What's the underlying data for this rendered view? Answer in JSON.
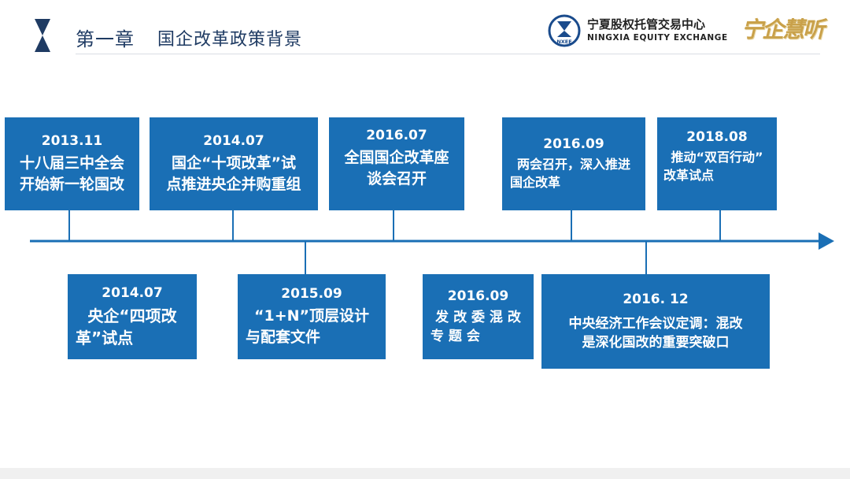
{
  "header": {
    "chapter": "第一章",
    "section_title": "国企改革政策背景",
    "org_name_cn": "宁夏股权托管交易中心",
    "org_name_en": "NINGXIA EQUITY EXCHANGE",
    "logo_text": "NXEE",
    "slogan": "宁企慧听"
  },
  "colors": {
    "box": "#1a6fb5",
    "axis": "#1a6fb5",
    "title": "#1f3b63"
  },
  "timeline": {
    "above": [
      {
        "date": "2013.11",
        "lines": [
          "十八届三中全会",
          "开始新一轮国改"
        ]
      },
      {
        "date": "2014.07",
        "lines": [
          "国企“十项改革”试",
          "点推进央企并购重组"
        ]
      },
      {
        "date": "2016.07",
        "lines": [
          "全国国企改革座",
          "谈会召开"
        ]
      },
      {
        "date": "2016.09",
        "lines": [
          "两会召开，深入推进",
          "国企改革"
        ]
      },
      {
        "date": "2018.08",
        "lines": [
          "推动“双百行动”",
          "改革试点"
        ]
      }
    ],
    "below": [
      {
        "date": "2014.07",
        "lines": [
          "央企“四项改",
          "革”试点"
        ]
      },
      {
        "date": "2015.09",
        "lines": [
          "“1+N”顶层设计",
          "与配套文件"
        ]
      },
      {
        "date": "2016.09",
        "lines": [
          "发 改 委 混 改",
          "专 题 会"
        ]
      },
      {
        "date": "2016. 12",
        "lines": [
          "中央经济工作会议定调：混改",
          "是深化国改的重要突破口"
        ]
      }
    ]
  }
}
